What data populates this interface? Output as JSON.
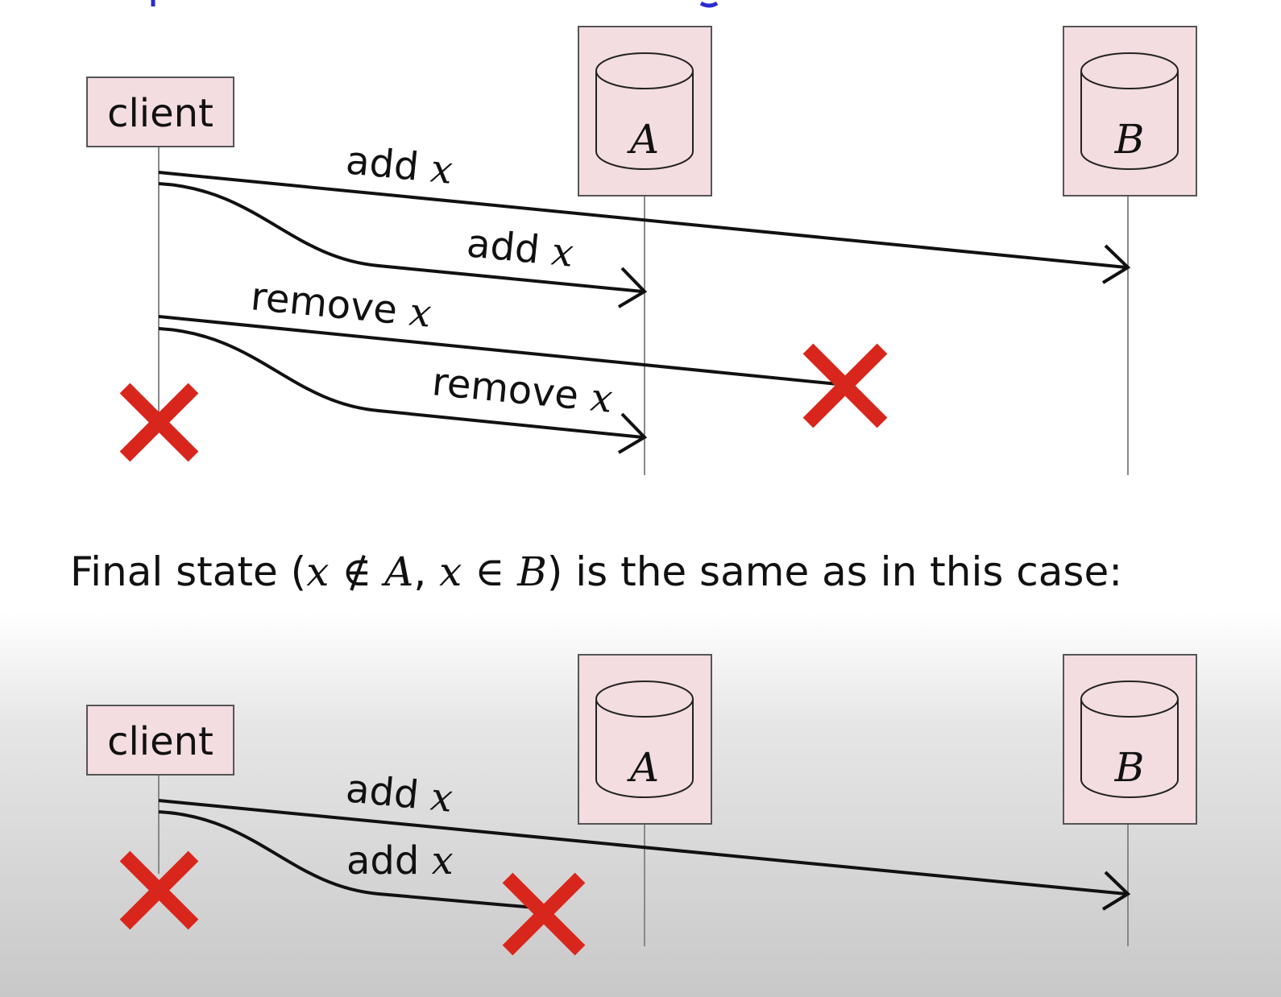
{
  "colors": {
    "node_fill": "#f3dde1",
    "cross": "#d9261c",
    "title_blue": "#2b2bd0"
  },
  "top": {
    "client_label": "client",
    "node_a": "A",
    "node_b": "B",
    "msg1": {
      "text": "add",
      "var": "x"
    },
    "msg2": {
      "text": "add",
      "var": "x"
    },
    "msg3": {
      "text": "remove",
      "var": "x"
    },
    "msg4": {
      "text": "remove",
      "var": "x"
    }
  },
  "caption": {
    "prefix": "Final state (",
    "math1": "x ∉ A",
    "comma": ",  ",
    "math2": "x ∈ B",
    "suffix": ") is the same as in this case:"
  },
  "bottom": {
    "client_label": "client",
    "node_a": "A",
    "node_b": "B",
    "msg1": {
      "text": "add",
      "var": "x"
    },
    "msg2": {
      "text": "add",
      "var": "x"
    }
  }
}
